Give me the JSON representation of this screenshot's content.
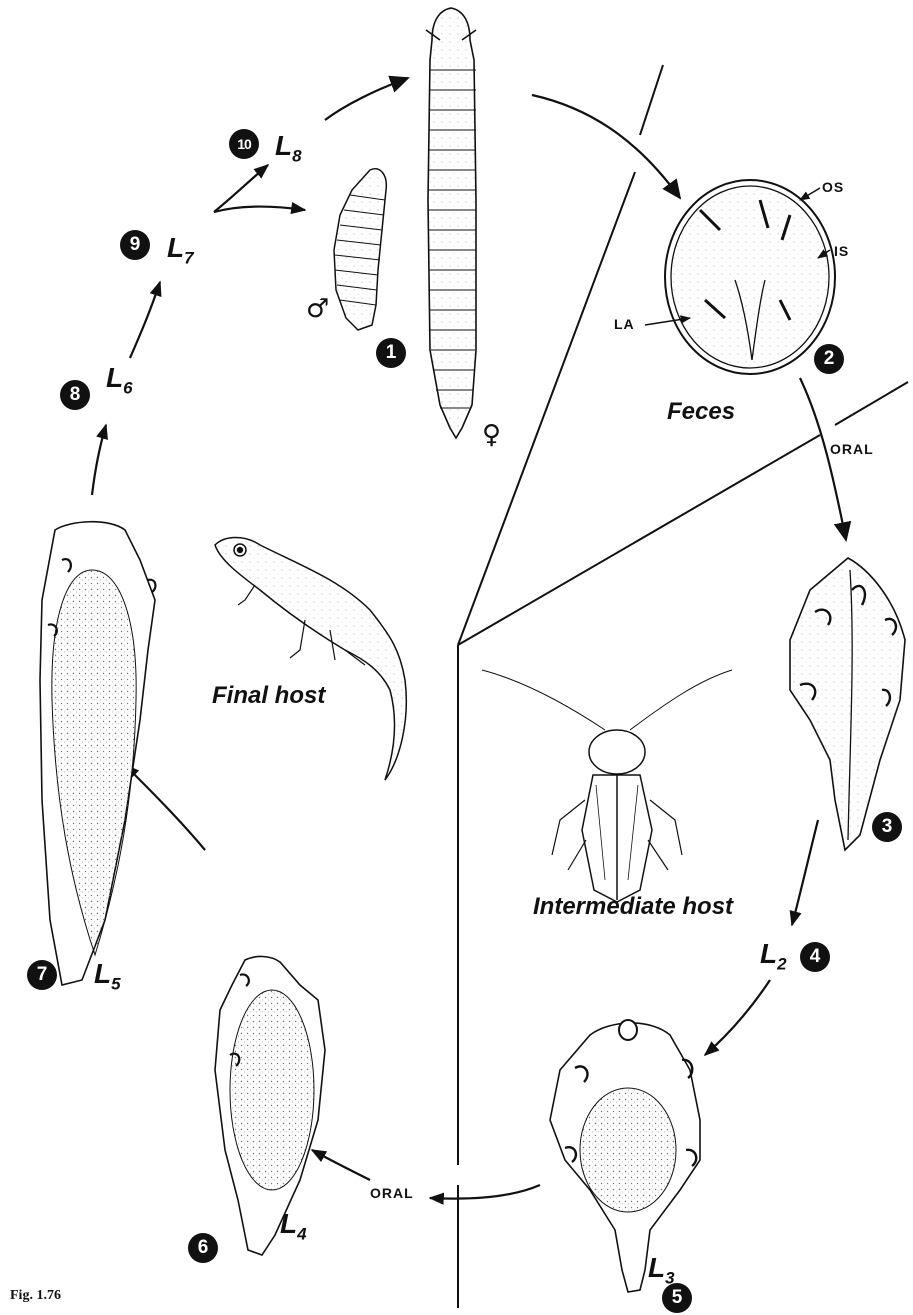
{
  "figure_caption": "Fig. 1.76",
  "step_numbers": [
    "1",
    "2",
    "3",
    "4",
    "5",
    "6",
    "7",
    "8",
    "9",
    "10"
  ],
  "stages": {
    "l2": {
      "letter": "L",
      "sub": "2"
    },
    "l3": {
      "letter": "L",
      "sub": "3"
    },
    "l4": {
      "letter": "L",
      "sub": "4"
    },
    "l5": {
      "letter": "L",
      "sub": "5"
    },
    "l6": {
      "letter": "L",
      "sub": "6"
    },
    "l7": {
      "letter": "L",
      "sub": "7"
    },
    "l8": {
      "letter": "L",
      "sub": "8"
    }
  },
  "labels": {
    "feces": "Feces",
    "oral_top": "ORAL",
    "oral_bottom": "ORAL",
    "final_host": "Final host",
    "intermediate_host": "Intermediate host",
    "egg_os": "OS",
    "egg_is": "IS",
    "egg_la": "LA",
    "male_symbol": "♂",
    "female_symbol": "♀"
  },
  "colors": {
    "ink": "#111111",
    "paper": "#ffffff",
    "stipple": "#b8b8b8"
  }
}
